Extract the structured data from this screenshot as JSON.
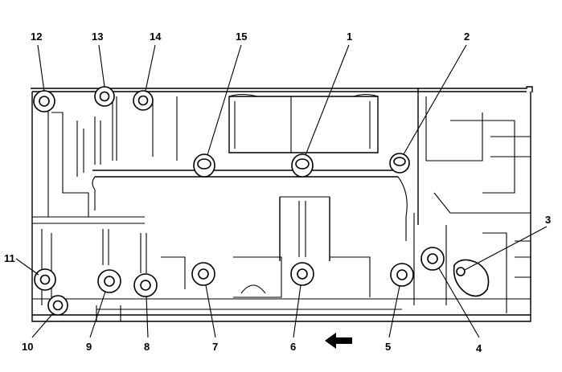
{
  "callouts": [
    {
      "id": "12",
      "label": "12"
    },
    {
      "id": "13",
      "label": "13"
    },
    {
      "id": "14",
      "label": "14"
    },
    {
      "id": "15",
      "label": "15"
    },
    {
      "id": "1",
      "label": "1"
    },
    {
      "id": "2",
      "label": "2"
    },
    {
      "id": "3",
      "label": "3"
    },
    {
      "id": "11",
      "label": "11"
    },
    {
      "id": "10",
      "label": "10"
    },
    {
      "id": "9",
      "label": "9"
    },
    {
      "id": "8",
      "label": "8"
    },
    {
      "id": "7",
      "label": "7"
    },
    {
      "id": "6",
      "label": "6"
    },
    {
      "id": "5",
      "label": "5"
    },
    {
      "id": "4",
      "label": "4"
    }
  ],
  "direction_arrow": {
    "icon": "left-arrow-icon",
    "direction": "left"
  }
}
